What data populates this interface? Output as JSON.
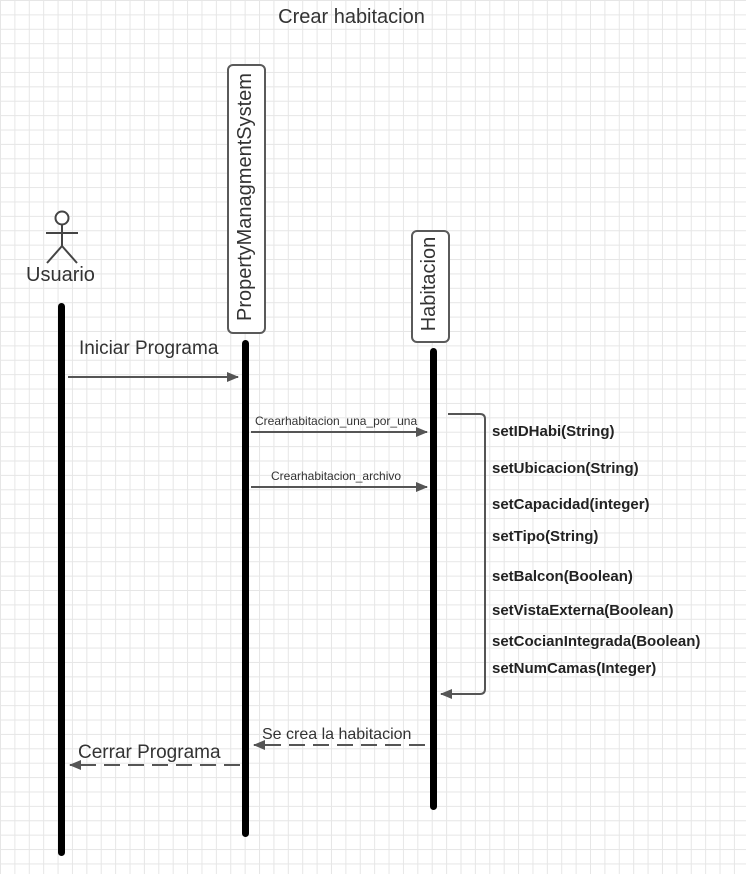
{
  "title": "Crear habitacion",
  "actor": {
    "label": "Usuario"
  },
  "lifelines": [
    {
      "label": "PropertyManagmentSystem"
    },
    {
      "label": "Habitacion"
    }
  ],
  "messages": {
    "iniciar": "Iniciar Programa",
    "una_por_una": "Crearhabitacion_una_por_una",
    "archivo": "Crearhabitacion_archivo",
    "se_crea": "Se crea la habitacion",
    "cerrar": "Cerrar Programa"
  },
  "methods": [
    "setIDHabi(String)",
    "setUbicacion(String)",
    "setCapacidad(integer)",
    "setTipo(String)",
    "setBalcon(Boolean)",
    "setVistaExterna(Boolean)",
    "setCocianIntegrada(Boolean)",
    "setNumCamas(Integer)"
  ]
}
